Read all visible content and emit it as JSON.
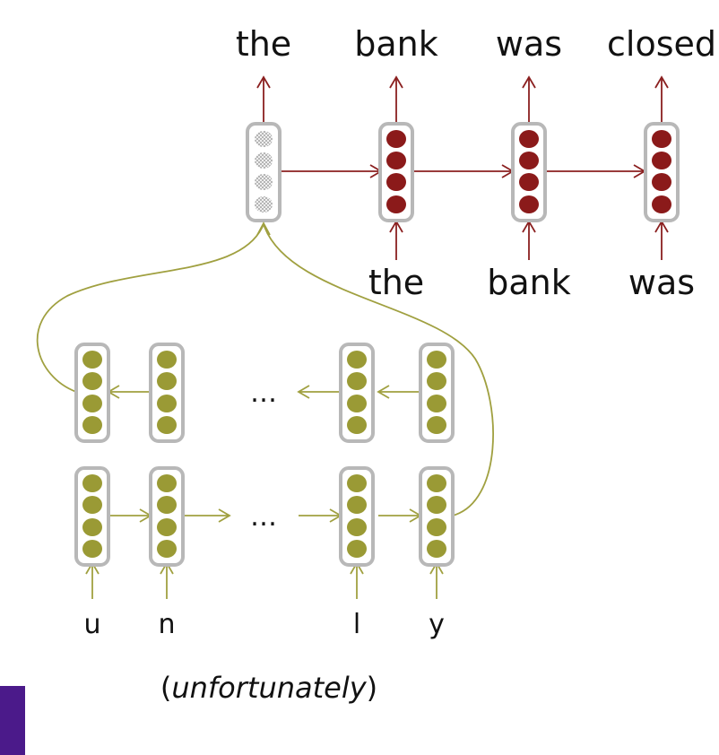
{
  "decoder": {
    "output_words": [
      "the",
      "bank",
      "was",
      "closed"
    ],
    "input_words": [
      "the",
      "bank",
      "was"
    ]
  },
  "encoder": {
    "chars": [
      "u",
      "n",
      "l",
      "y"
    ],
    "ellipsis": "…",
    "caption_open": "(",
    "caption_word": "unfortunately",
    "caption_close": ")"
  },
  "colors": {
    "decoder_unit": "#8b1a1a",
    "decoder_arrow": "#8b2020",
    "encoder_unit": "#9a9a35",
    "encoder_arrow": "#a0a040",
    "cell_border": "#b8b8b8",
    "init_unit_pattern": "#d0d0d0",
    "accent_bar": "#4b1a8a"
  }
}
